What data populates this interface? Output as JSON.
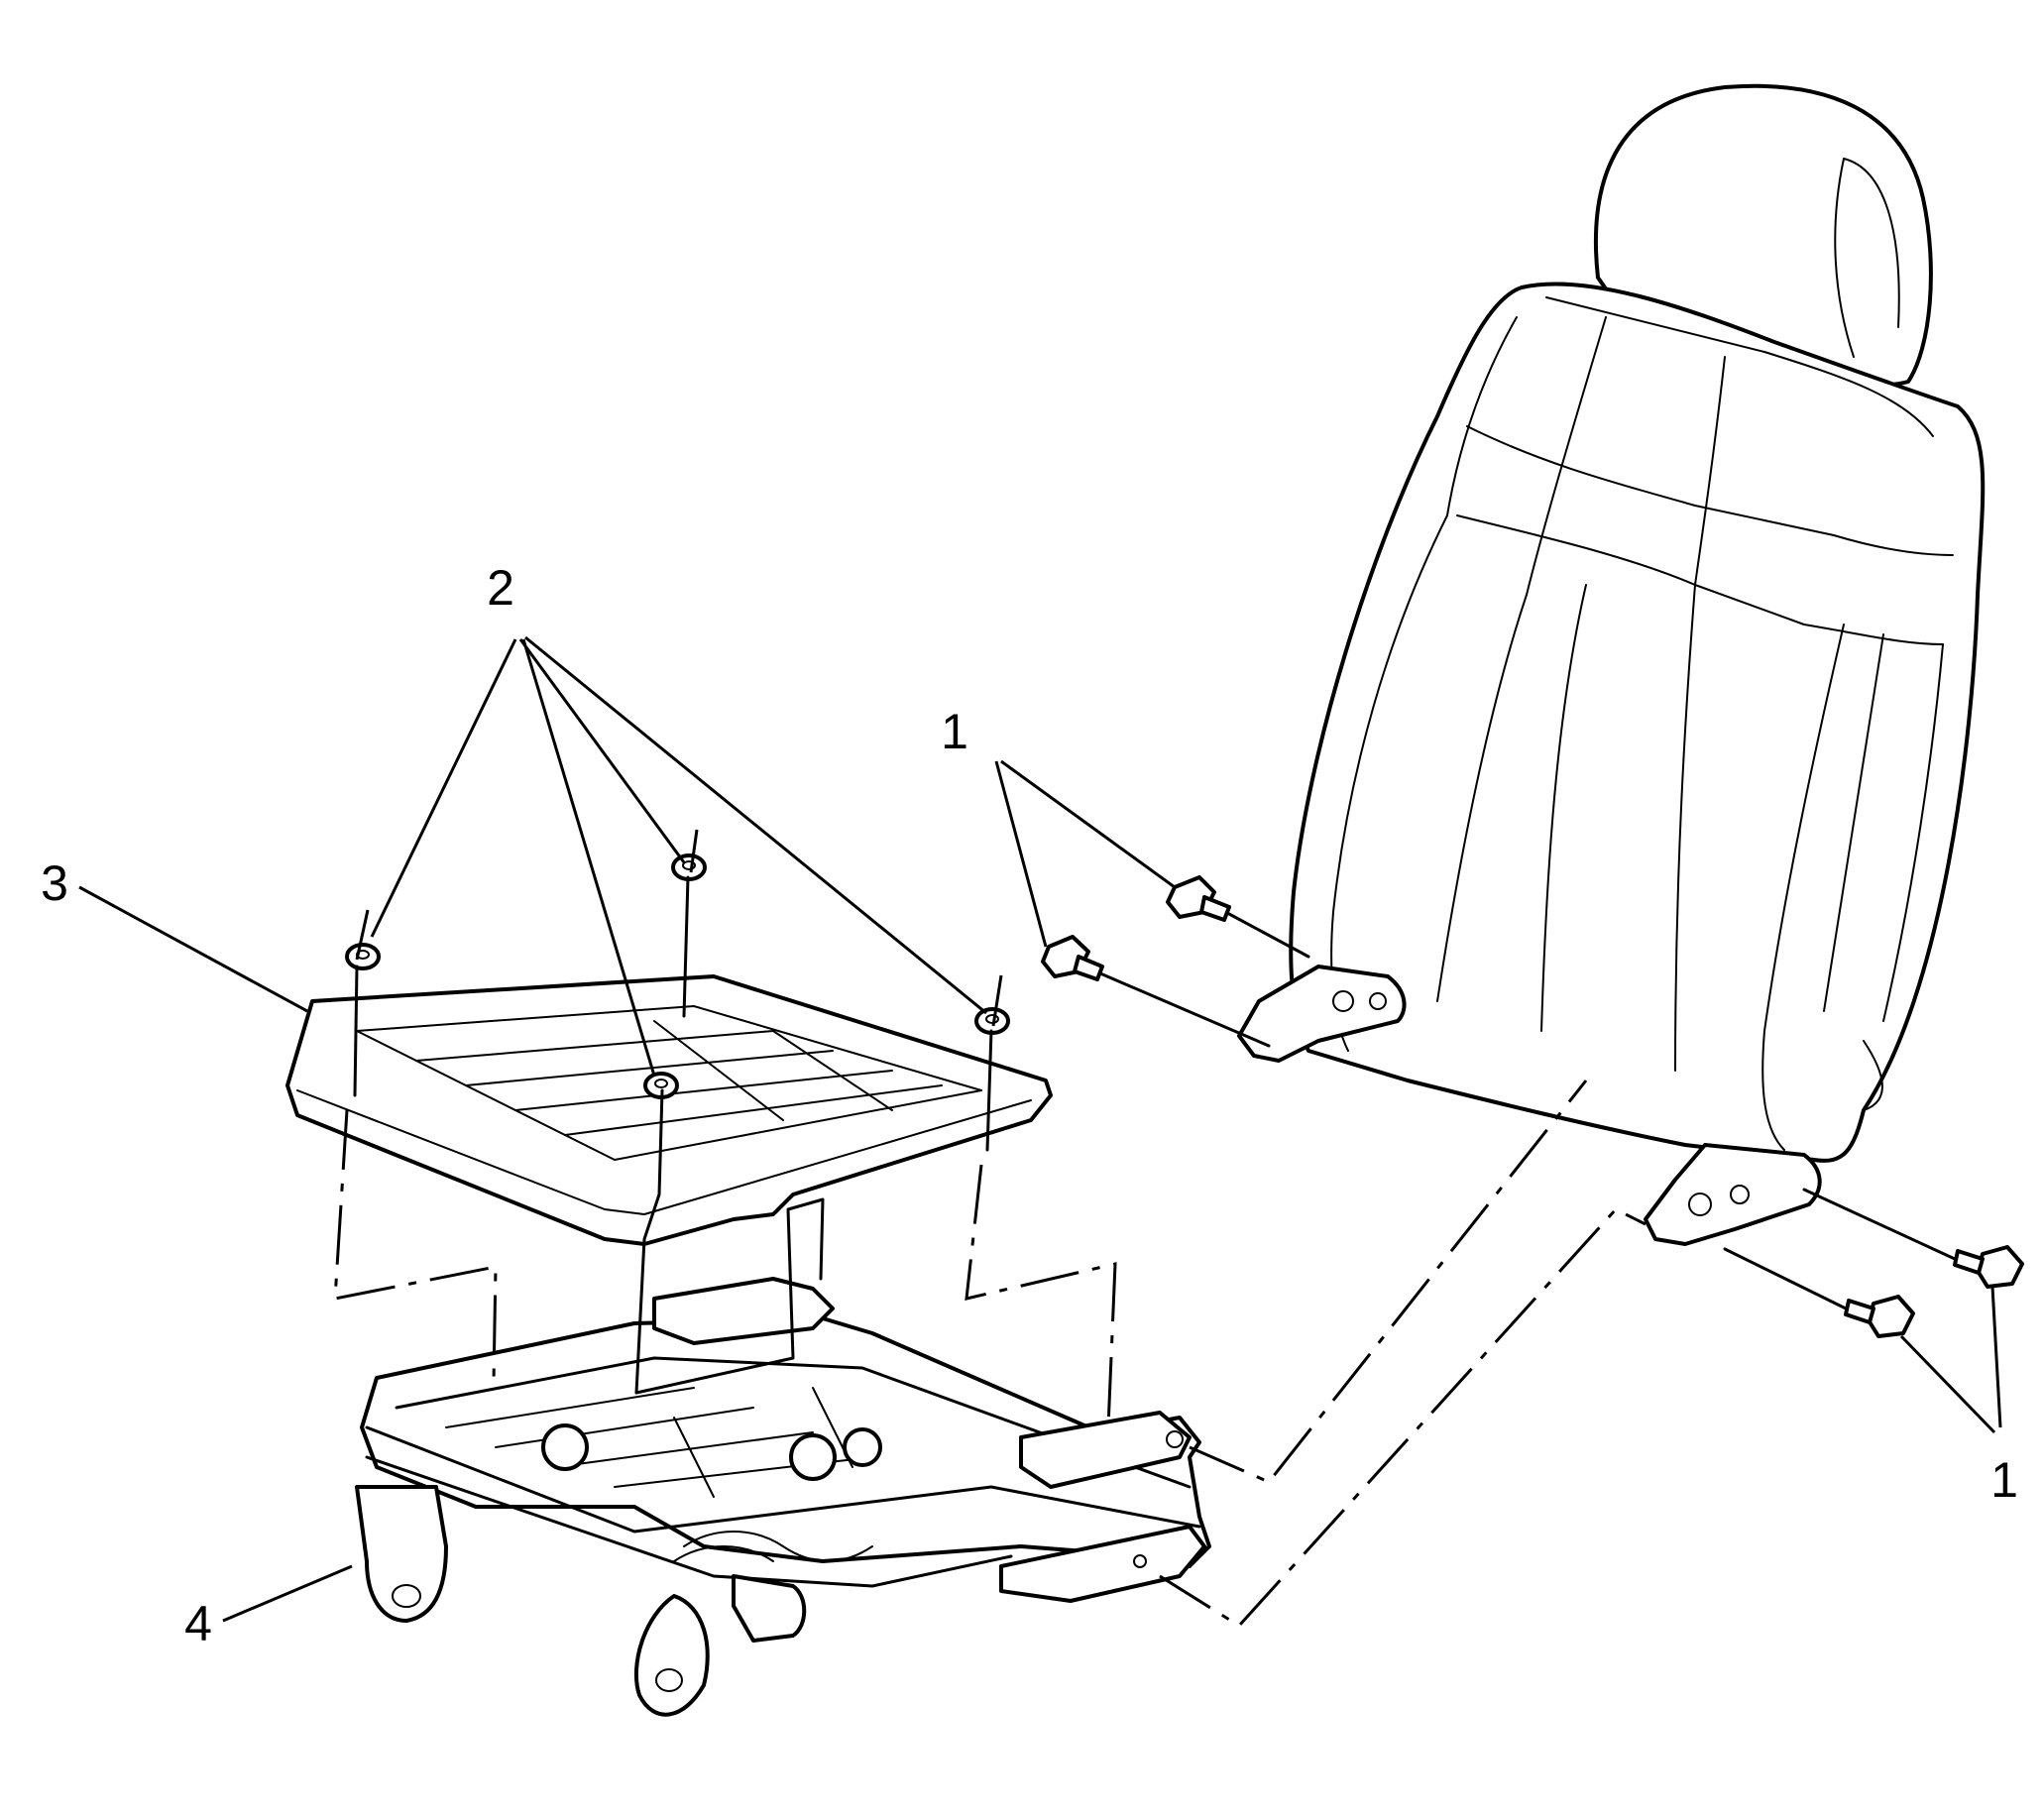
{
  "callouts": [
    {
      "id": "callout-1a",
      "label": "1",
      "part": "seat-back-bolt"
    },
    {
      "id": "callout-1b",
      "label": "1",
      "part": "seat-back-bolt"
    },
    {
      "id": "callout-2",
      "label": "2",
      "part": "seat-cushion-pan-nut"
    },
    {
      "id": "callout-3",
      "label": "3",
      "part": "seat-cushion-pan"
    },
    {
      "id": "callout-4",
      "label": "4",
      "part": "seat-adjuster"
    }
  ],
  "colors": {
    "line": "#000000",
    "background": "#ffffff"
  }
}
